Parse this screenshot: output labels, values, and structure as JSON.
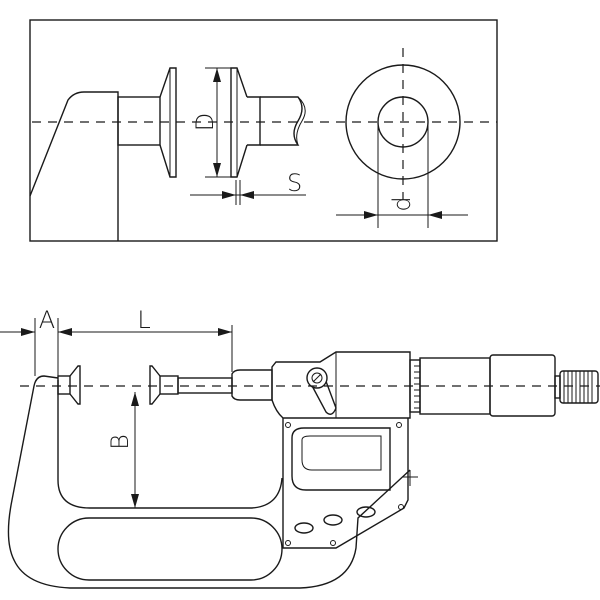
{
  "detail_view": {
    "labels": {
      "disc_diameter": "D",
      "disc_thickness": "S",
      "bore_diameter": "d"
    }
  },
  "micrometer_view": {
    "labels": {
      "anvil_offset": "A",
      "measuring_length": "L",
      "throat_depth": "B"
    }
  }
}
